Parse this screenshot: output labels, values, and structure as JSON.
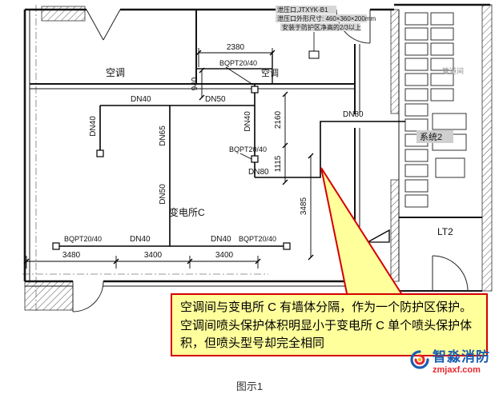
{
  "annotation_notes": {
    "line1": "泄压口,JTXYK-B1",
    "line2": "泄压口外形尺寸: 460×360×200mm",
    "line3": "安装于防护区净高的2/3以上"
  },
  "rooms": {
    "ac": "空调",
    "substation": "变电所C",
    "system2": "系统2",
    "shaft": "管道间",
    "stair": "LT2"
  },
  "pipe_sizes": {
    "dn40": "DN40",
    "dn50": "DN50",
    "dn65": "DN65",
    "dn80": "DN80"
  },
  "nozzle_model": "BQPT20/40",
  "dimensions": {
    "w2380": "2380",
    "h940": "940",
    "h2160": "2160",
    "h1115": "1115",
    "h3485": "3485",
    "w3480": "3480",
    "w3400": "3400"
  },
  "callout": {
    "text": "空调间与变电所 C 有墙体分隔，作为一个防护区保护。空调间喷头保护体积明显小于变电所 C 单个喷头保护体积，但喷头型号却完全相同"
  },
  "caption": "图示1",
  "watermark": {
    "brand": "智淼消防",
    "site": "zmjaxf.com"
  },
  "colors": {
    "callout_bg": "#ffff9c",
    "callout_border": "#d40000",
    "brand_blue": "#1a5fb0",
    "site_red": "#e8262d",
    "highlight_gray": "#d6d6d6"
  }
}
